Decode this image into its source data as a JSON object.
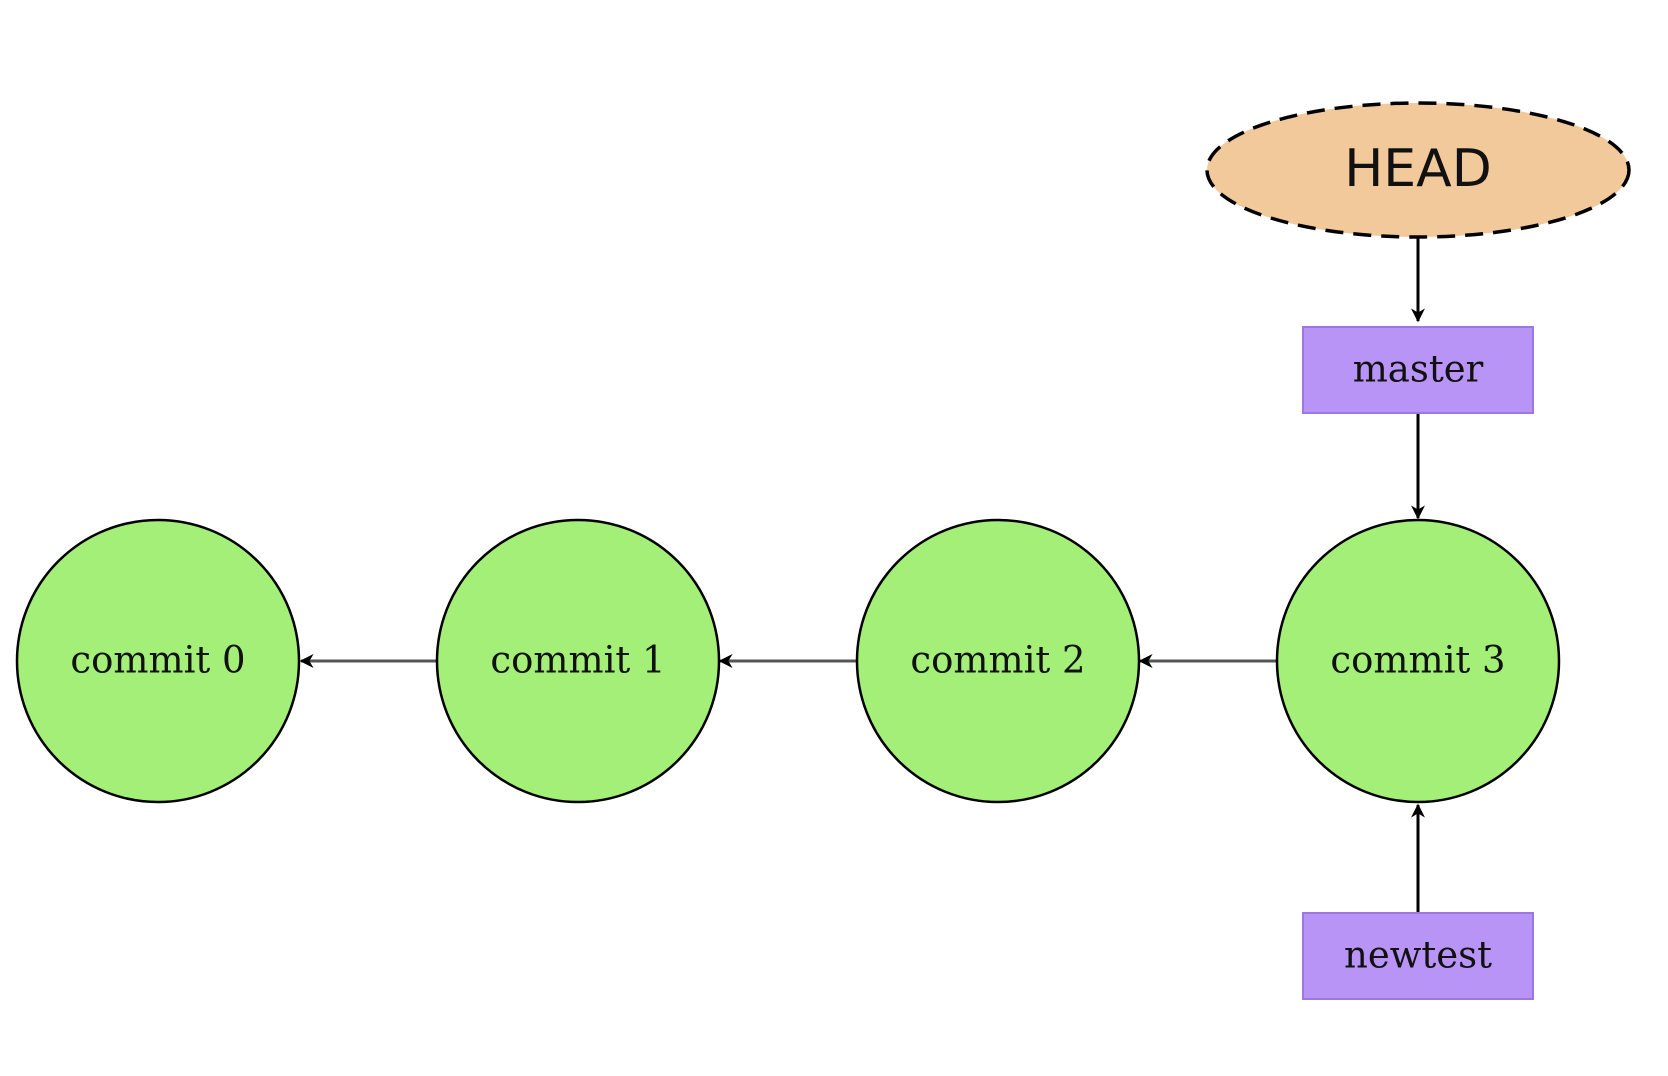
{
  "colors": {
    "commit_fill": "#a3ef78",
    "branch_fill": "#b794f6",
    "head_fill": "#f2c99a",
    "stroke": "#000000"
  },
  "head": {
    "label": "HEAD"
  },
  "branches": {
    "master": {
      "label": "master"
    },
    "newtest": {
      "label": "newtest"
    }
  },
  "commits": [
    {
      "label": "commit 0"
    },
    {
      "label": "commit 1"
    },
    {
      "label": "commit 2"
    },
    {
      "label": "commit 3"
    }
  ]
}
